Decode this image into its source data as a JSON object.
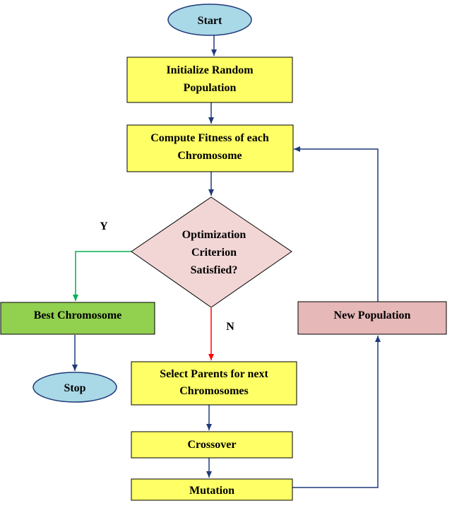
{
  "nodes": {
    "start": "Start",
    "init_line1": "Initialize Random",
    "init_line2": "Population",
    "fitness_line1": "Compute Fitness of each",
    "fitness_line2": "Chromosome",
    "decision_line1": "Optimization",
    "decision_line2": "Criterion",
    "decision_line3": "Satisfied?",
    "best": "Best Chromosome",
    "stop": "Stop",
    "select_line1": "Select Parents for next",
    "select_line2": "Chromosomes",
    "crossover": "Crossover",
    "mutation": "Mutation",
    "new_population": "New Population"
  },
  "edge_labels": {
    "yes": "Y",
    "no": "N"
  },
  "colors": {
    "process_fill": "#ffff66",
    "terminal_fill": "#a9d8e6",
    "decision_fill": "#f2d5d5",
    "best_fill": "#92d050",
    "new_pop_fill": "#e6b8b8",
    "arrow_dark_blue": "#1f3a7a",
    "arrow_green": "#00b050",
    "arrow_red": "#ff0000"
  }
}
